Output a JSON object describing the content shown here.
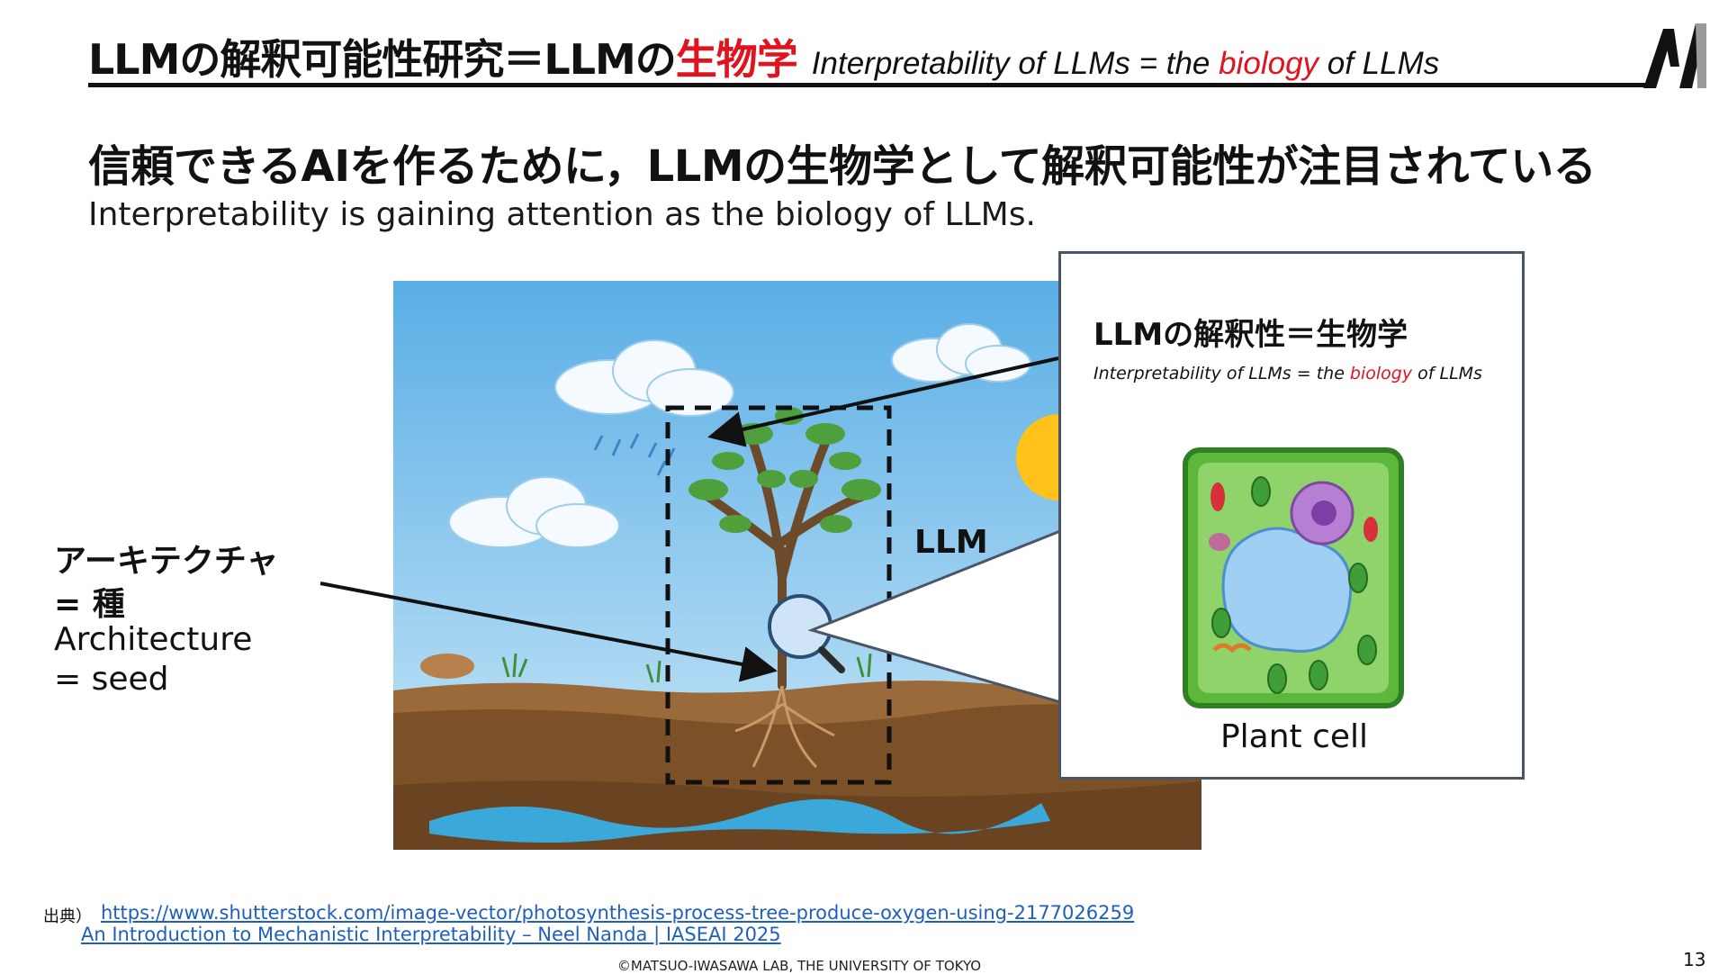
{
  "title": {
    "jp_main": "LLMの解釈可能性研究＝LLMの",
    "jp_red": "生物学",
    "en_pre": "Interpretability of LLMs = the ",
    "en_red": "biology",
    "en_post": " of LLMs"
  },
  "heading": {
    "jp": "信頼できるAIを作るために，LLMの生物学として解釈可能性が注目されている",
    "en": "Interpretability is gaining attention as the biology of LLMs."
  },
  "diagram": {
    "llm_label": "LLM",
    "architecture_jp_line1": "アーキテクチャ",
    "architecture_jp_line2": "= 種",
    "architecture_en_line1": "Architecture",
    "architecture_en_line2": "= seed"
  },
  "callout": {
    "title": "LLMの解釈性＝生物学",
    "sub_pre": "Interpretability of LLMs = the ",
    "sub_red": "biology",
    "sub_post": " of LLMs",
    "cell_label": "Plant cell"
  },
  "footer": {
    "source_label": "出典）",
    "link_1": "https://www.shutterstock.com/image-vector/photosynthesis-process-tree-produce-oxygen-using-2177026259",
    "link_2": "An Introduction to Mechanistic Interpretability – Neel Nanda | IASEAI 2025",
    "copyright": "©MATSUO-IWASAWA LAB, THE UNIVERSITY OF TOKYO",
    "page_number": "13"
  },
  "colors": {
    "accent_red": "#e0141e",
    "link_blue": "#1f5fbf",
    "sky": "#6fb8e8",
    "soil": "#8b5a2b",
    "cell_green": "#5cb83a"
  }
}
